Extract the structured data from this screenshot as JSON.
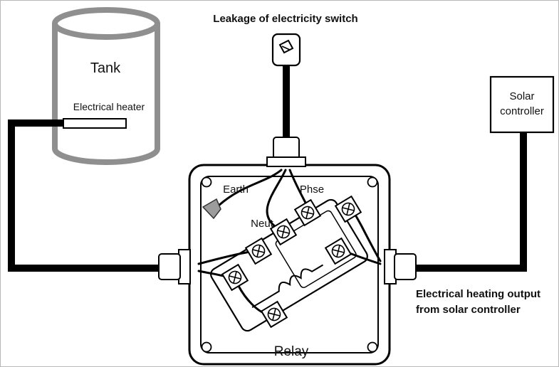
{
  "tank": {
    "title": "Tank",
    "heater": "Electrical heater"
  },
  "switch": {
    "label": "Leakage of electricity switch"
  },
  "solar": {
    "line1": "Solar",
    "line2": "controller"
  },
  "relay": {
    "title": "Relay",
    "earth": "Earth",
    "phase": "Phse",
    "neutral": "Neut"
  },
  "note": {
    "line1": "Electrical heating output",
    "line2": "from solar controller"
  },
  "colors": {
    "tank_outline": "#8f8f8f",
    "earth_flag": "#9c9c9c",
    "wire": "#000000",
    "ink": "#111111"
  }
}
